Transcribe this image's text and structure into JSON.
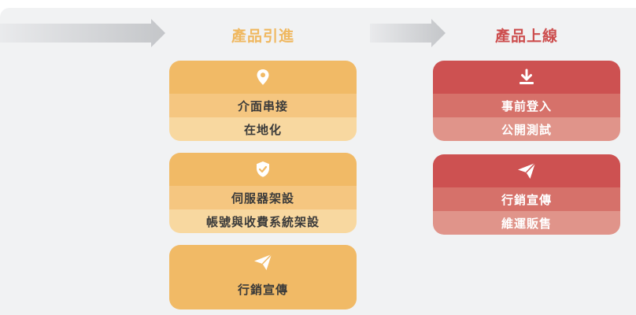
{
  "columns": [
    {
      "title": "產品引進",
      "color": "#f0b860",
      "cards": [
        {
          "icon": "map-pin-icon",
          "items": [
            "介面串接",
            "在地化"
          ]
        },
        {
          "icon": "shield-check-icon",
          "items": [
            "伺服器架設",
            "帳號與收費系統架設"
          ]
        },
        {
          "icon": "paper-plane-icon",
          "items": [
            "行銷宣傳"
          ]
        }
      ]
    },
    {
      "title": "產品上線",
      "color": "#cd4e4e",
      "cards": [
        {
          "icon": "download-icon",
          "items": [
            "事前登入",
            "公開測試"
          ]
        },
        {
          "icon": "paper-plane-icon",
          "items": [
            "行銷宣傳",
            "維運販售"
          ]
        }
      ]
    }
  ]
}
